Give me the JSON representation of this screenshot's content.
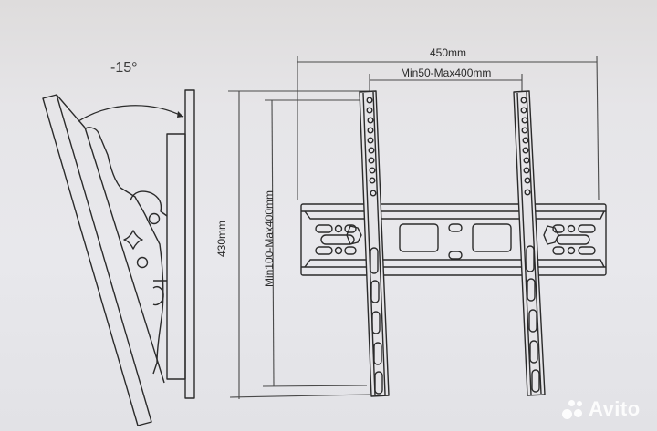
{
  "diagram": {
    "subject": "TV wall mount bracket",
    "side_view": {
      "tilt_angle_label": "-15°"
    },
    "front_view": {
      "overall_width_label": "450mm",
      "vesa_width_label": "Min50-Max400mm",
      "overall_height_label": "430mm",
      "vesa_height_label": "Min100-Max400mm"
    },
    "colors": {
      "background": "#e4e3e5",
      "line": "#2b2b2b",
      "dimension_line": "#555555",
      "watermark": "#ffffff"
    }
  },
  "watermark": {
    "text": "Avito"
  }
}
